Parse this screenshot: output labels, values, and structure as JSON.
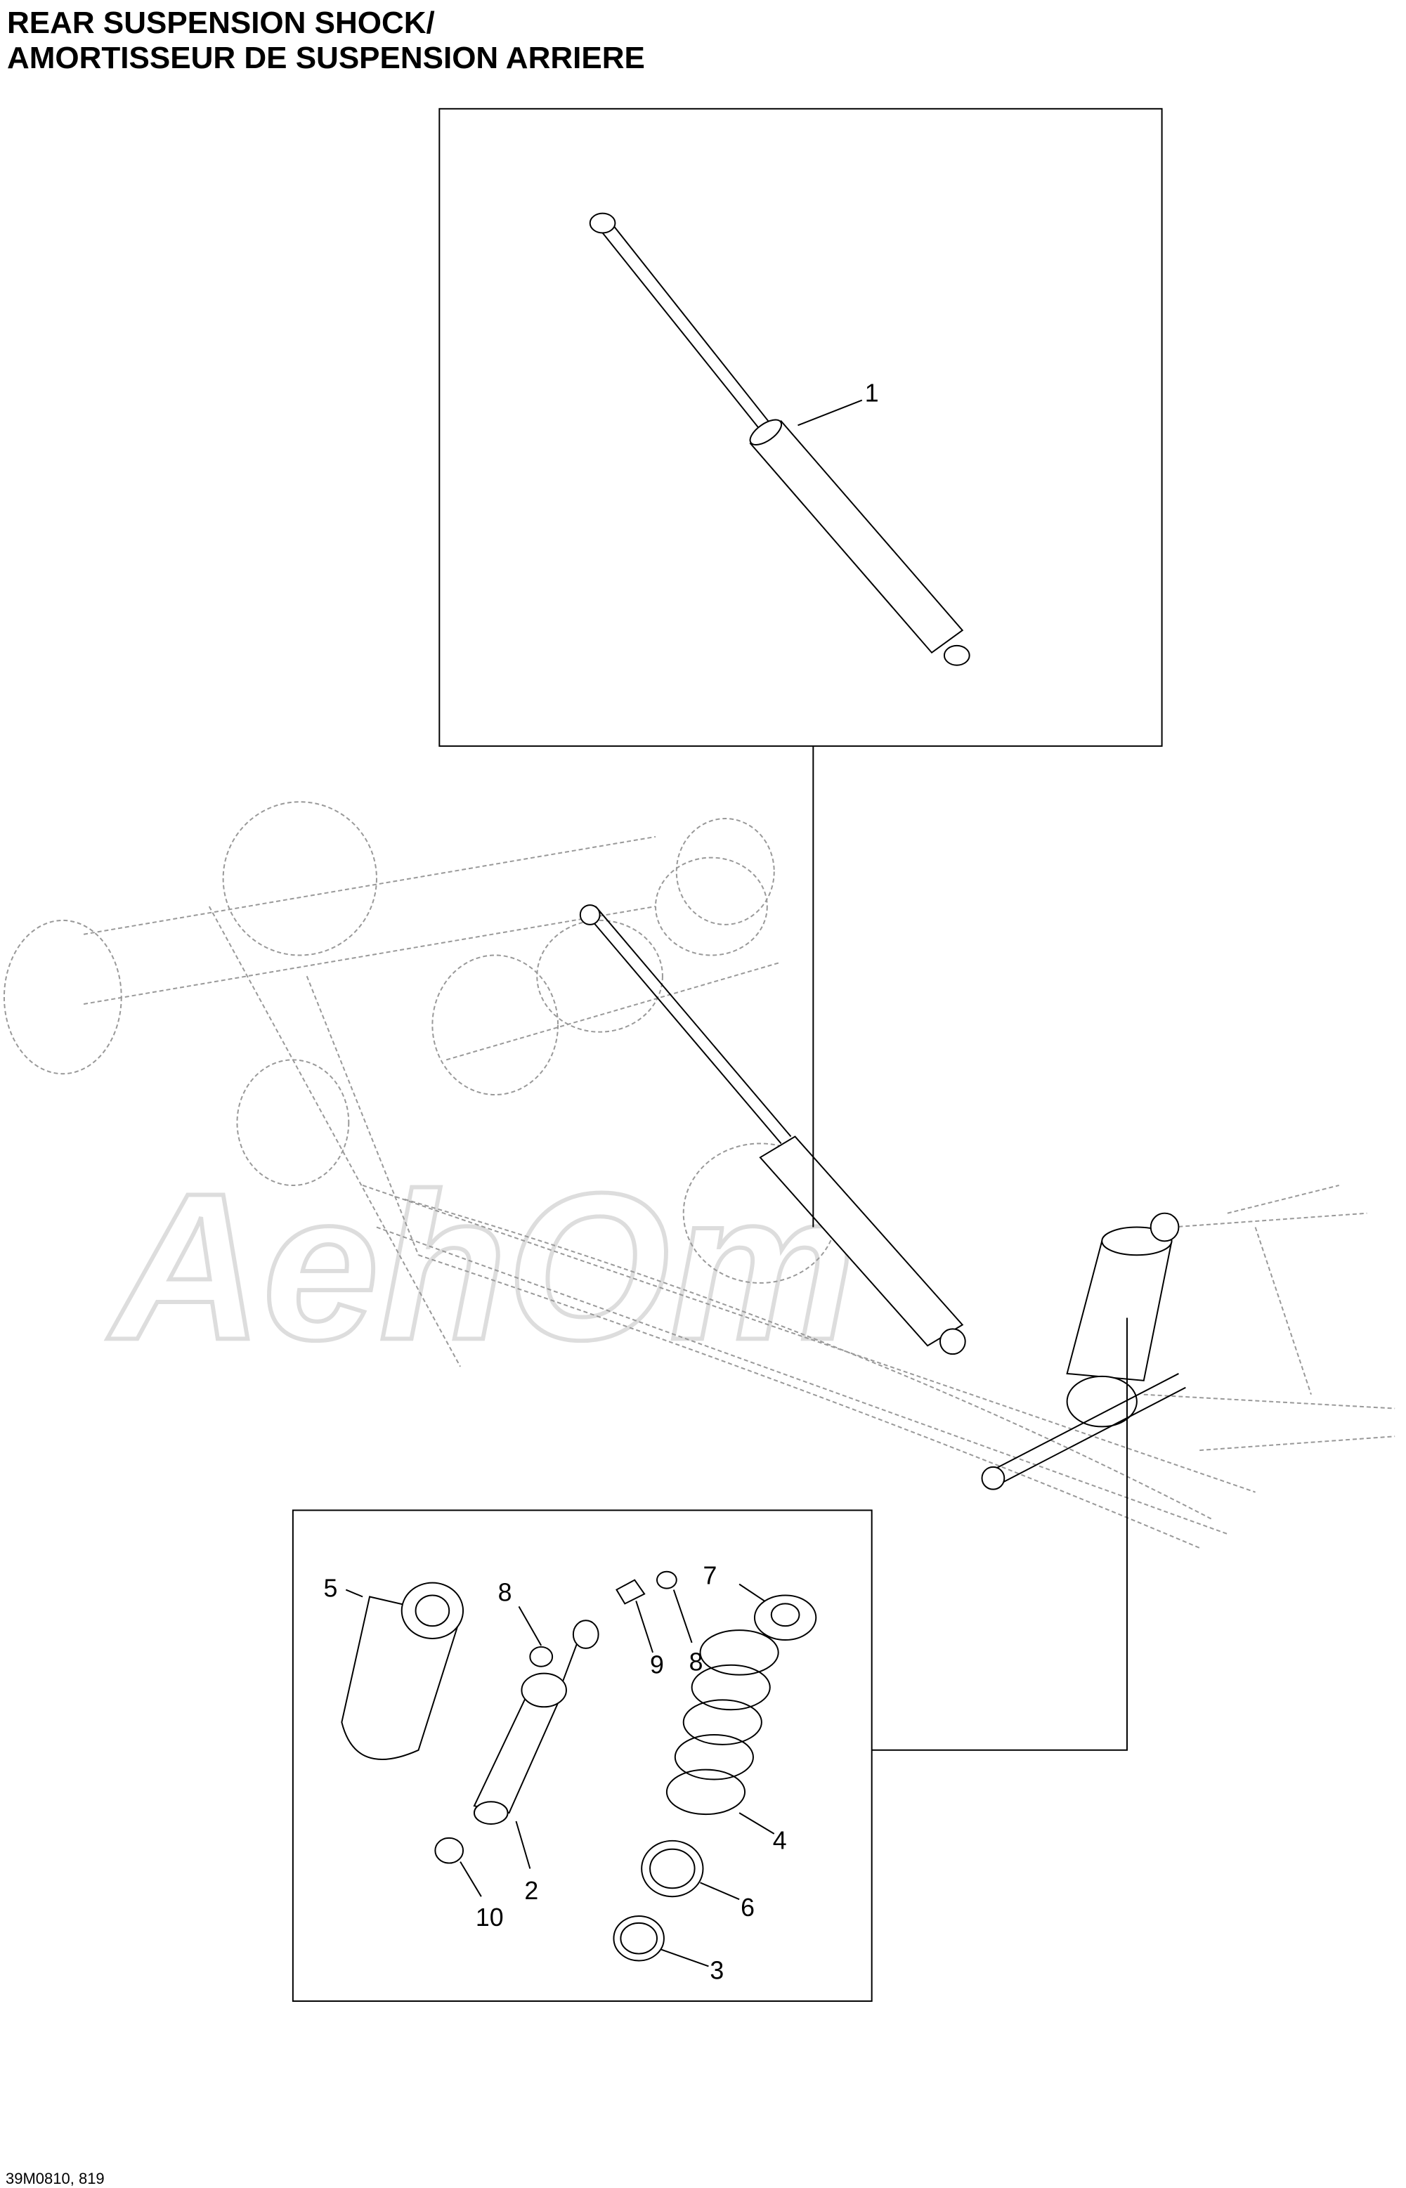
{
  "title": {
    "line1": "REAR SUSPENSION SHOCK/",
    "line2": "AMORTISSEUR DE SUSPENSION ARRIERE"
  },
  "watermark": "AehOm",
  "callouts": {
    "c1": "1",
    "c2": "2",
    "c3": "3",
    "c4": "4",
    "c5": "5",
    "c6": "6",
    "c7": "7",
    "c8a": "8",
    "c8b": "8",
    "c9": "9",
    "c10": "10"
  },
  "footer": "39M0810, 819"
}
